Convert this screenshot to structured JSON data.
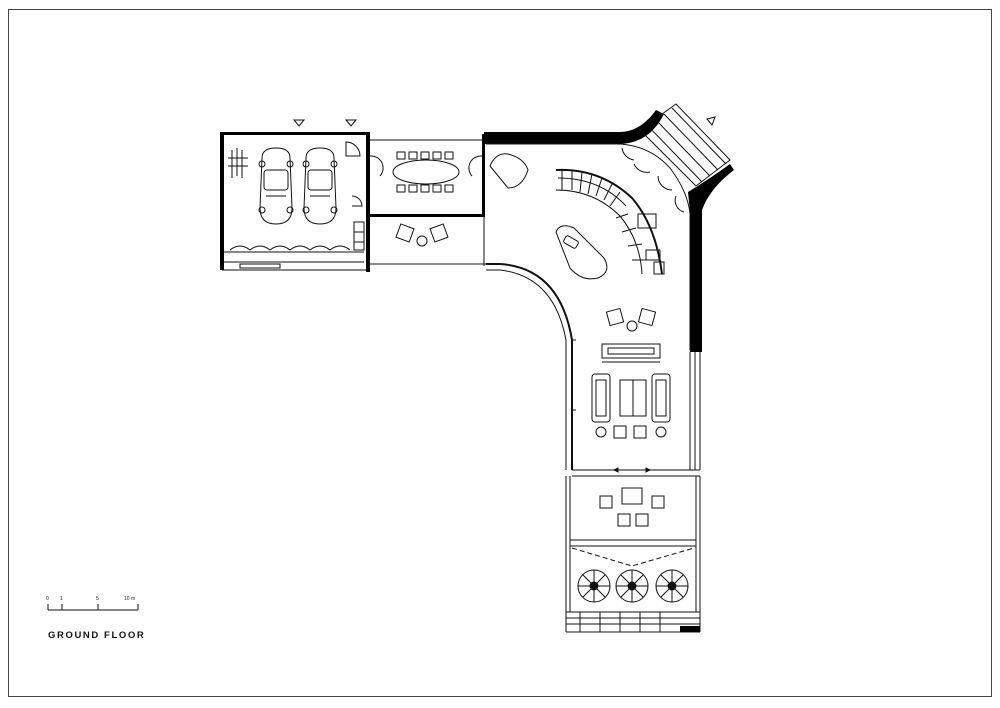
{
  "drawing": {
    "title": "GROUND FLOOR",
    "scale_labels": [
      "0",
      "1",
      "5",
      "10 m"
    ]
  },
  "colors": {
    "line": "#111111",
    "wall": "#000000",
    "frame": "#444444"
  },
  "icons": [
    "car-icon",
    "tree-icon",
    "north-arrow-icon",
    "sofa-icon",
    "chair-icon"
  ]
}
